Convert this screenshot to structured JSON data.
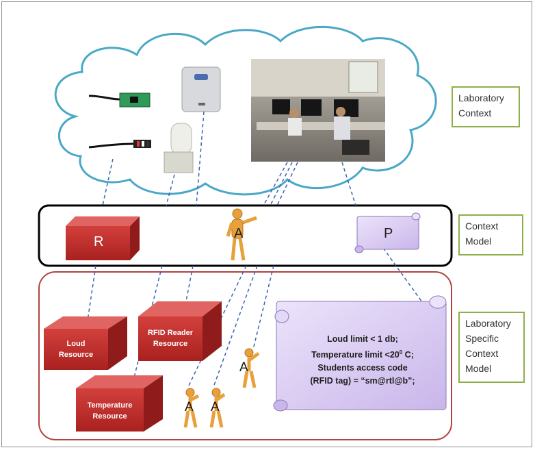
{
  "tags": {
    "laboratory_context": "Laboratory\nContext",
    "context_model": "Context\nModel",
    "lab_specific": "Laboratory\nSpecific\nContext\nModel"
  },
  "context_model": {
    "resource_letter": "R",
    "agent_letter": "A",
    "policy_letter": "P"
  },
  "resources": {
    "loud": "Loud\nResource",
    "rfid": "RFID Reader\nResource",
    "temperature": "Temperature\nResource"
  },
  "agents": [
    "A",
    "A",
    "A"
  ],
  "rules": [
    "Loud limit < 1 db;",
    "Temperature limit <20",
    "0",
    " C;",
    "Students access code",
    "(RFID tag) = “sm@rtl@b”;"
  ],
  "colors": {
    "cloud_stroke": "#4aa8c6",
    "resource_red": "#c0312f",
    "policy_purple": "#d7c8ef",
    "outer_border_red": "#b0423f",
    "tag_border": "#8db04a"
  }
}
